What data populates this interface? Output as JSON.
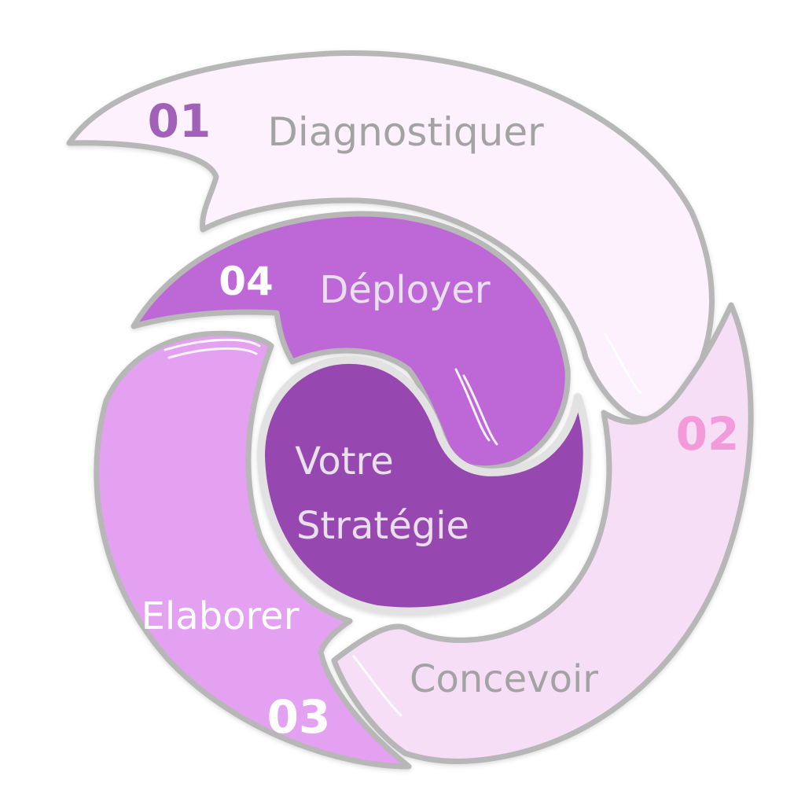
{
  "center": {
    "line1": "Votre",
    "line2": "Stratégie"
  },
  "steps": [
    {
      "number": "01",
      "label": "Diagnostiquer"
    },
    {
      "number": "02",
      "label": "Concevoir"
    },
    {
      "number": "03",
      "label": "Elaborer"
    },
    {
      "number": "04",
      "label": "Déployer"
    }
  ],
  "colors": {
    "outline": "#b7b7b7",
    "step1_fill": "#fdf1fd",
    "step2_fill": "#f6def7",
    "step3_fill": "#e4a1f2",
    "step4_fill": "#bd68d6",
    "center_fill": "#9747b0",
    "num1": "#a161b8",
    "num2": "#f39ad9",
    "num3": "#ffffff",
    "num4": "#ffffff",
    "label_dark": "#a3a3a3",
    "label_light": "#ffffff"
  }
}
